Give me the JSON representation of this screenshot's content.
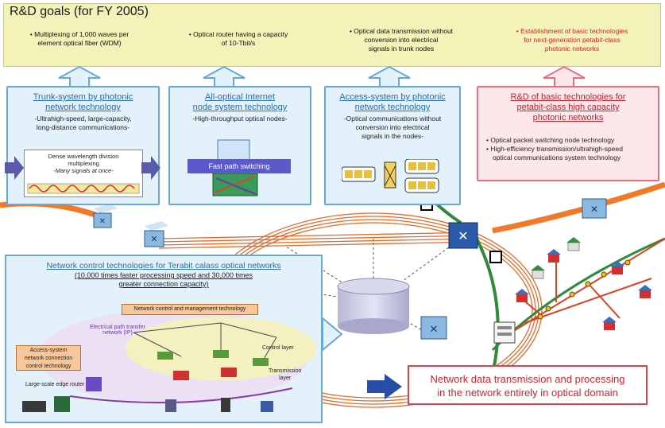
{
  "goals": {
    "title": "R&D goals (for FY 2005)",
    "items": [
      {
        "line1": "• Multiplexing of 1,000 waves per",
        "line2": "element optical fiber (WDM)",
        "color": "#111111"
      },
      {
        "line1": "• Optical router having a capacity",
        "line2": "of 10-Tbit/s",
        "color": "#111111"
      },
      {
        "line1": "• Optical data transmission without",
        "line2": "conversion into electrical",
        "line3": "signals in trunk nodes",
        "color": "#111111"
      },
      {
        "line1": "• Establishment of basic technologies",
        "line2": "for next-generation petabit-class",
        "line3": "photonic networks",
        "color": "#e0202a"
      }
    ]
  },
  "trunk": {
    "title1": "Trunk-system by photonic",
    "title2": "network technology",
    "desc1": "-Ultrahigh-speed, large-capacity,",
    "desc2": "long-distance communications-",
    "dwdm1": "Dense wavelength division",
    "dwdm2": "multiplexing",
    "dwdm3": "-Many signals at once-"
  },
  "allopt": {
    "title1": "All-optical Internet",
    "title2": "node system technology",
    "desc": "-High-throughput optical nodes-",
    "fast": "Fast path switching"
  },
  "access": {
    "title1": "Access-system by photonic",
    "title2": "network technology",
    "desc1": "-Optical communications without",
    "desc2": "conversion into electrical",
    "desc3": "signals in the nodes-"
  },
  "basic": {
    "title1": "R&D of basic technologies for",
    "title2": "petabit-class high capacity",
    "title3": "photonic networks",
    "item1": "• Optical packet switching node technology",
    "item2": "• High-efficiency transmission/ultrahigh-speed",
    "item3": "optical communications system technology"
  },
  "netctrl": {
    "title": "Network control technologies for Terabit calass optical networks",
    "sub1": "(10,000 times faster processing speed and 30,000 times",
    "sub2": "greater connection capacity)",
    "mgmt": "Network control and management technology",
    "elec1": "Electrical path transfer",
    "elec2": "network (IP)",
    "acc1": "Access-system",
    "acc2": "network connection",
    "acc3": "control technology",
    "control": "Control layer",
    "trans1": "Transmission",
    "trans2": "layer",
    "edge": "Large-scale edge router"
  },
  "optical": {
    "line1": "Network data transmission and processing",
    "line2": "in the network entirely in optical domain"
  },
  "colors": {
    "ring": "#e46a2a",
    "fiber": "#2e8b3a",
    "box_blue": "#6aa8d4",
    "box_red": "#e8707e"
  }
}
